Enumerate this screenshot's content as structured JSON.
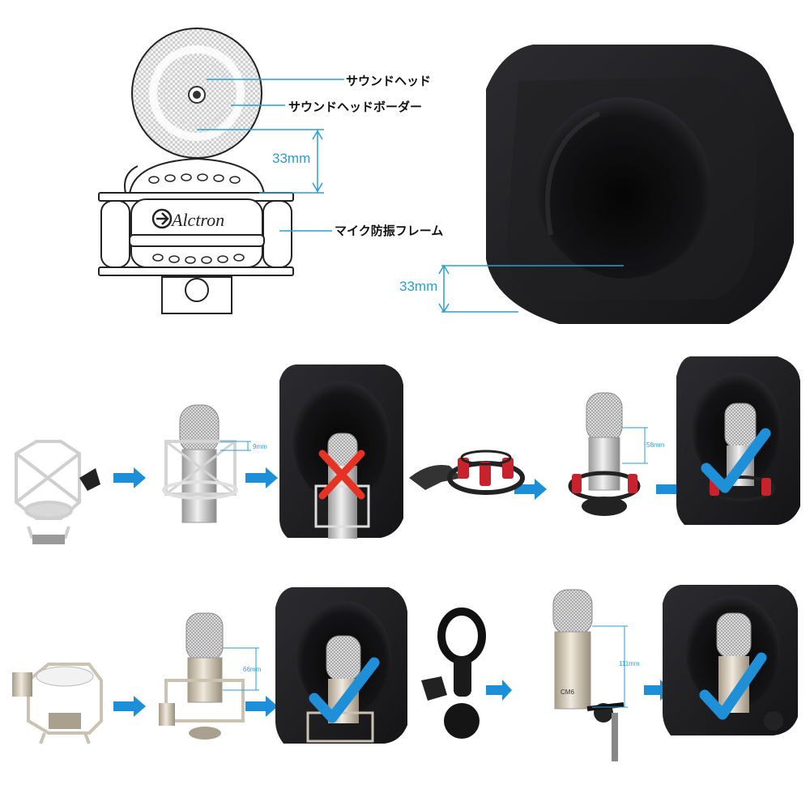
{
  "diagram": {
    "labels": {
      "sound_head": "サウンドヘッド",
      "sound_head_border": "サウンドヘッドボーダー",
      "mic_frame": "マイク防振フレーム",
      "mic_depth": "33mm",
      "foam_depth": "33mm"
    },
    "brand": "Alctron"
  },
  "steps": {
    "row1": [
      {
        "measure": "9mm",
        "result": "cross"
      },
      {
        "measure": "58mm",
        "result": "check"
      }
    ],
    "row2": [
      {
        "measure": "66mm",
        "result": "check"
      },
      {
        "measure": "111mm",
        "result": "check",
        "model": "CM6"
      }
    ]
  },
  "colors": {
    "accent": "#2a9fd6",
    "foam": "#1c1c1e",
    "check": "#1f8fd8",
    "cross": "#e53222",
    "red_mount": "#c8232c"
  }
}
